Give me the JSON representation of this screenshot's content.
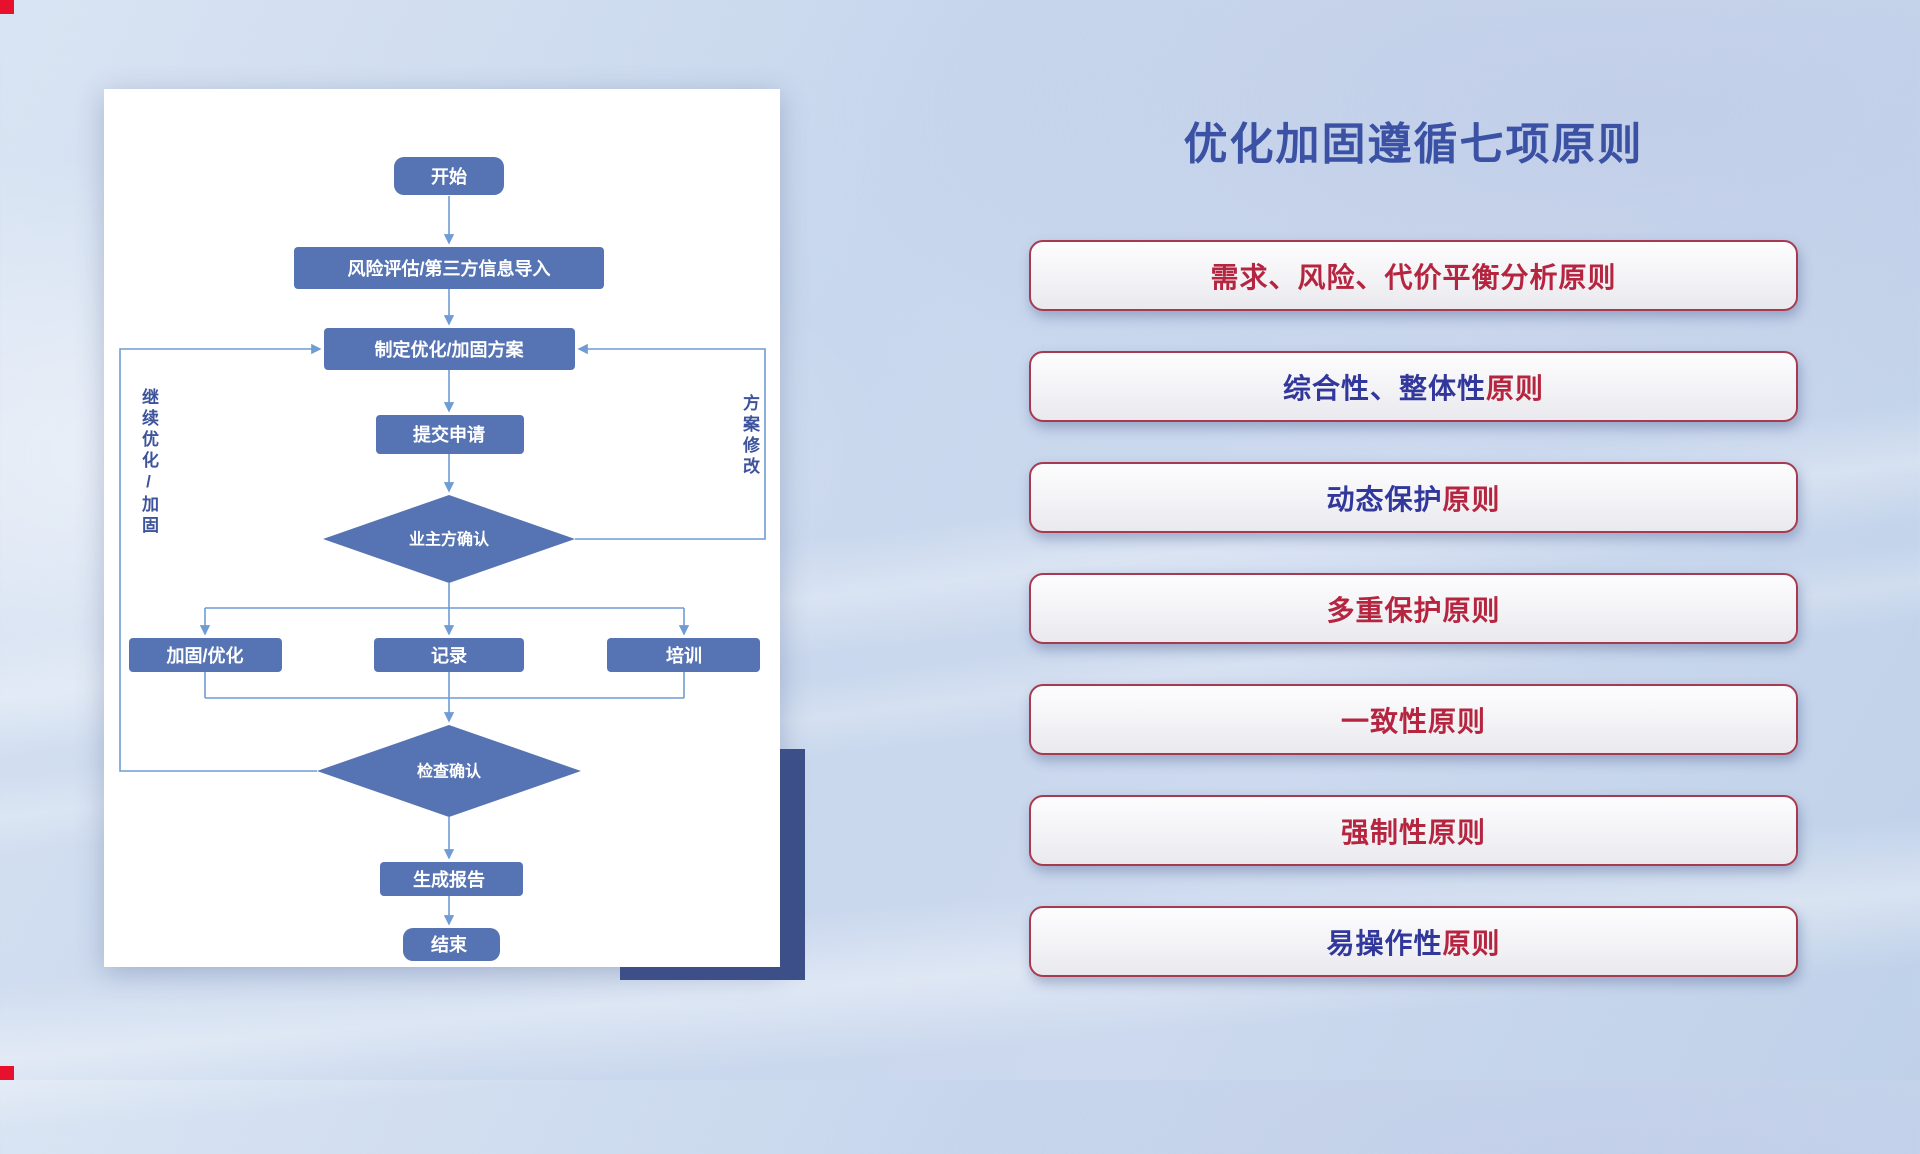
{
  "slide": {
    "title": "优化加固遵循七项原则"
  },
  "flowchart": {
    "nodes": {
      "start": "开始",
      "risk_import": "风险评估/第三方信息导入",
      "make_plan": "制定优化/加固方案",
      "submit": "提交申请",
      "owner_confirm": "业主方确认",
      "reinforce": "加固/优化",
      "record": "记录",
      "training": "培训",
      "check_confirm": "检查确认",
      "report": "生成报告",
      "end": "结束"
    },
    "labels": {
      "left_loop": "继续优化/加固",
      "right_loop": "方案修改"
    }
  },
  "principles": [
    {
      "blue": "",
      "red": "需求、风险、代价平衡分析原则"
    },
    {
      "blue": "综合性、整体性",
      "red": "原则"
    },
    {
      "blue": "动态保护",
      "red": "原则"
    },
    {
      "blue": "",
      "red": "多重保护原则"
    },
    {
      "blue": "",
      "red": "一致性原则"
    },
    {
      "blue": "",
      "red": "强制性原则"
    },
    {
      "blue": "易操作性",
      "red": "原则"
    }
  ],
  "colors": {
    "title_blue": "#3b51a3",
    "principle_blue": "#31379b",
    "principle_red": "#b52540",
    "principle_border": "#a73a50",
    "flow_box_fill": "#5673b3",
    "flow_line": "#6f9cd4",
    "flow_side_label": "#3d549c",
    "card_shadow_block": "#3d5089",
    "corner_marker_red": "#e8112d"
  }
}
